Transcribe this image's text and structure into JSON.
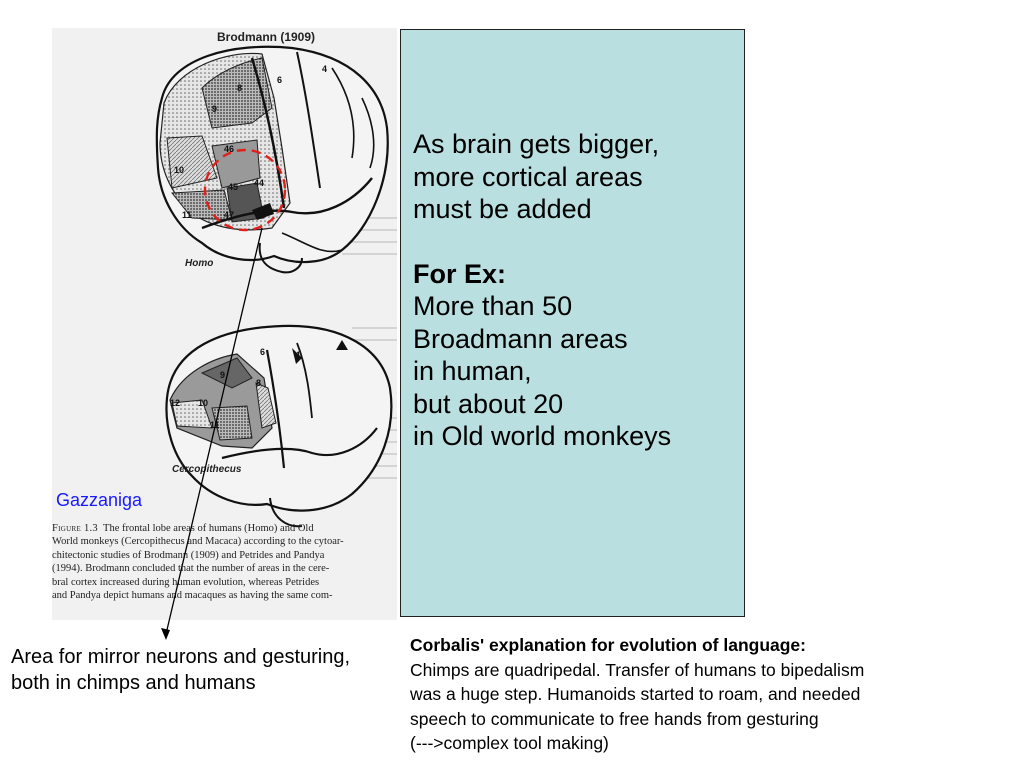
{
  "figure": {
    "title": "Brodmann (1909)",
    "homo_label": "Homo",
    "cerco_label": "Cercopithecus",
    "area_labels": {
      "a4": "4",
      "a6": "6",
      "a8": "8",
      "a9": "9",
      "a10": "10",
      "a11": "11",
      "a46": "46",
      "a45": "45",
      "a44": "44",
      "a47": "47",
      "m6": "6",
      "m4": "4",
      "m9": "9",
      "m8": "8",
      "m12": "12",
      "m10": "10",
      "m11": "11"
    },
    "caption": {
      "fig_num": "Figure 1.3",
      "lines": [
        "The frontal lobe areas of humans (Homo) and Old",
        "World monkeys (Cercopithecus and Macaca) according to the cytoar-",
        "chitectonic studies of Brodmann (1909) and Petrides and Pandya",
        "(1994). Brodmann concluded that the number of areas in the cere-",
        "bral cortex increased during human evolution, whereas Petrides",
        "and Pandya depict humans and macaques as having the same com-"
      ]
    }
  },
  "source_label": "Gazzaniga",
  "teal_box": {
    "line1": "As brain gets bigger,",
    "line2": "more cortical areas",
    "line3": "must be added",
    "for_ex": "For Ex:",
    "line4": "More than 50",
    "line5": "Broadmann areas",
    "line6": "in human,",
    "line7": "but about 20",
    "line8": "in Old world monkeys"
  },
  "mirror_note": "Area for mirror neurons and gesturing, both in chimps and humans",
  "corballis": {
    "heading": "Corbalis' explanation for evolution of language:",
    "line1": "Chimps are quadripedal. Transfer of humans to bipedalism",
    "line2": "was a huge step. Humanoids started to roam, and needed",
    "line3": "speech to communicate to free hands from gesturing",
    "line4": "(--->complex tool making)"
  },
  "colors": {
    "teal": "#b9dfe0",
    "highlight_circle": "#e0201b",
    "source_link": "#1a1aff"
  }
}
